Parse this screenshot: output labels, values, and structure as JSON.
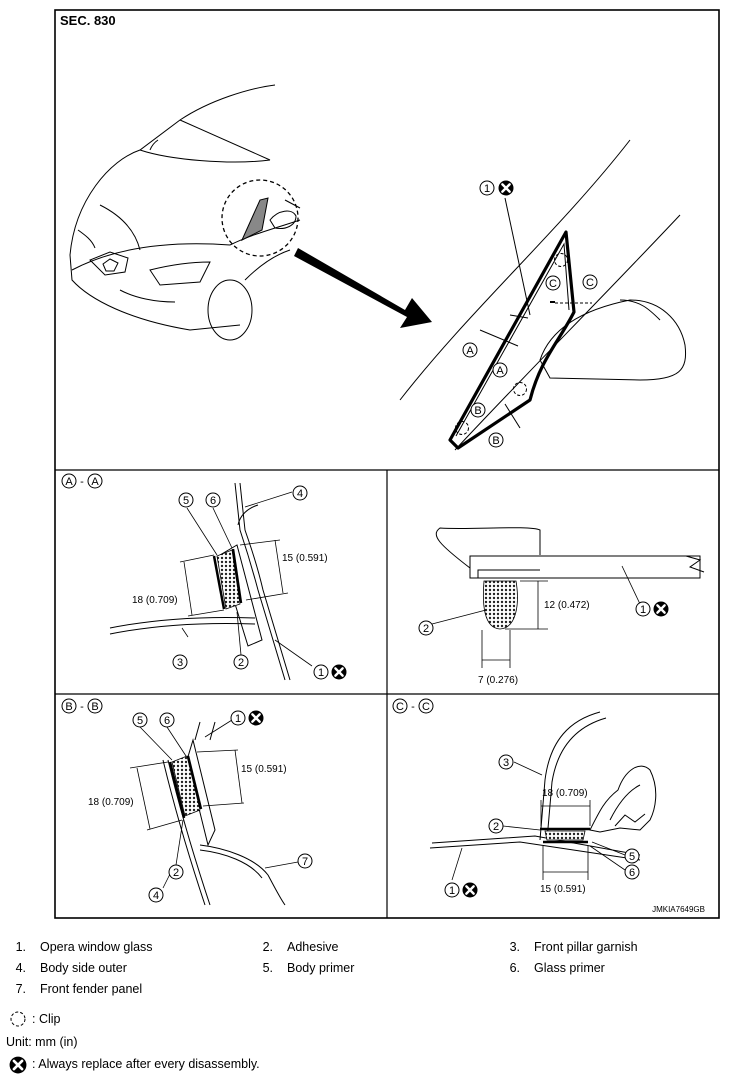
{
  "diagram": {
    "section": "SEC. 830",
    "code": "JMKIA7649GB",
    "callouts": {
      "c1": "1",
      "c2": "2",
      "c3": "3",
      "c4": "4",
      "c5": "5",
      "c6": "6",
      "c7": "7",
      "A": "A",
      "B": "B",
      "C": "C",
      "dash": "-"
    },
    "dims": {
      "aa_15": "15 (0.591)",
      "aa_18": "18 (0.709)",
      "tr_12": "12 (0.472)",
      "tr_7": "7 (0.276)",
      "bb_15": "15 (0.591)",
      "bb_18": "18 (0.709)",
      "cc_18": "18 (0.709)",
      "cc_15": "15 (0.591)"
    }
  },
  "legend": {
    "items": [
      {
        "num": "1.",
        "label": "Opera window glass"
      },
      {
        "num": "2.",
        "label": "Adhesive"
      },
      {
        "num": "3.",
        "label": "Front pillar garnish"
      },
      {
        "num": "4.",
        "label": "Body side outer"
      },
      {
        "num": "5.",
        "label": "Body primer"
      },
      {
        "num": "6.",
        "label": "Glass primer"
      },
      {
        "num": "7.",
        "label": "Front fender panel"
      }
    ],
    "clip_note": ": Clip",
    "unit": "Unit: mm (in)",
    "replace_note": ": Always replace after every disassembly."
  }
}
